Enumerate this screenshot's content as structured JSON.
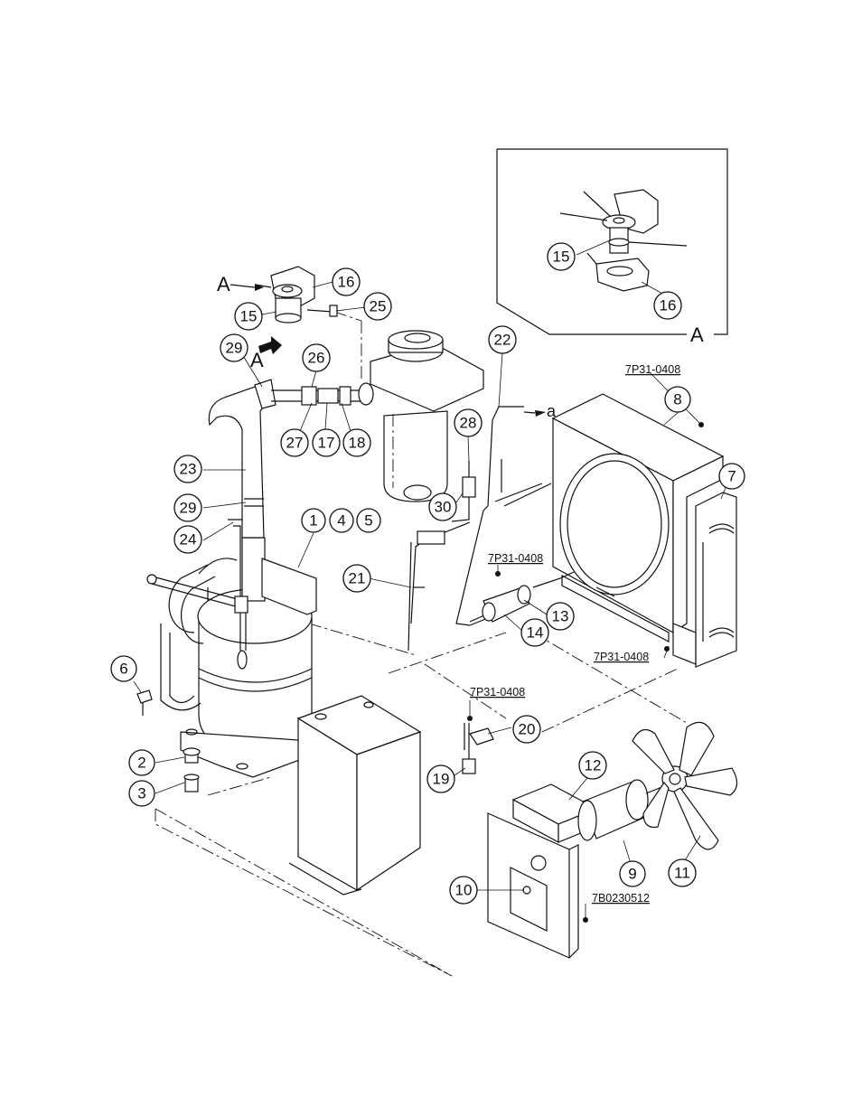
{
  "diagram": {
    "callouts": {
      "p1": "1",
      "p2": "2",
      "p3": "3",
      "p4": "4",
      "p5": "5",
      "p6": "6",
      "p7": "7",
      "p8": "8",
      "p9": "9",
      "p10": "10",
      "p11": "11",
      "p12": "12",
      "p13": "13",
      "p14": "14",
      "p15": "15",
      "p16": "16",
      "p17": "17",
      "p18": "18",
      "p19": "19",
      "p20": "20",
      "p21": "21",
      "p22": "22",
      "p23": "23",
      "p24": "24",
      "p25": "25",
      "p26": "26",
      "p27": "27",
      "p28": "28",
      "p29a": "29",
      "p29b": "29",
      "p30": "30",
      "inset15": "15",
      "inset16": "16"
    },
    "reference_labels": {
      "ref_8": "7P31-0408",
      "ref_14": "7P31-0408",
      "ref_7": "7P31-0408",
      "ref_20": "7P31-0408",
      "ref_12": "7B0230512"
    },
    "view_labels": {
      "view_a_main": "A",
      "view_a_arrow": "A",
      "view_a_inset": "A",
      "port_a": "a"
    }
  }
}
